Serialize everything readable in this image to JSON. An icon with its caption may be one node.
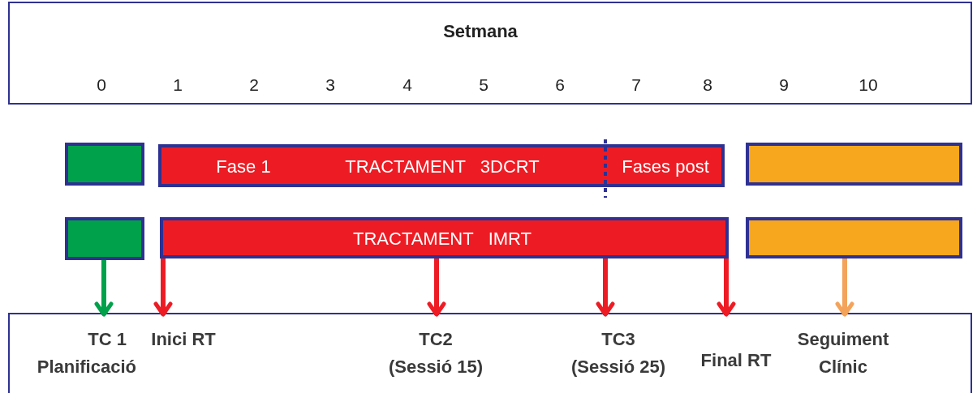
{
  "diagram": {
    "nodes": [
      {
        "text": [
          "Setmana",
          "0",
          "1",
          "2",
          "3",
          "4",
          "5",
          "6",
          "7",
          "8",
          "9",
          "10"
        ]
      },
      {
        "text": [],
        "shape": "box"
      },
      {
        "text": [
          "Fase 1",
          "TRACTAMENT   3DCRT",
          "Fases post"
        ]
      },
      {
        "text": [],
        "shape": "box"
      },
      {
        "text": [],
        "shape": "box"
      },
      {
        "text": [
          "TRACTAMENT   IMRT"
        ]
      },
      {
        "text": [],
        "shape": "box"
      },
      {
        "text": [],
        "shape": "box"
      },
      {
        "text": [
          "TC 1",
          "Planificació"
        ],
        "in": 7
      },
      {
        "text": [
          "Inici RT"
        ],
        "in": 7
      },
      {
        "text": [
          "TC2 (Sessió 15)"
        ],
        "in": 7
      },
      {
        "text": [
          "TC3 (Sessió 25)"
        ],
        "in": 7
      },
      {
        "text": [
          "Final RT"
        ],
        "in": 7
      },
      {
        "text": [
          "Seguiment Clínic"
        ],
        "in": 7
      }
    ],
    "edges": [
      {
        "from": 4,
        "to": 8,
        "arrow": "to",
        "color": "#00a14b"
      },
      {
        "from": 5,
        "to": 9,
        "arrow": "to"
      },
      {
        "from": 5,
        "to": 10,
        "arrow": "to"
      },
      {
        "from": 5,
        "to": 11,
        "arrow": "to"
      },
      {
        "from": 5,
        "to": 12,
        "arrow": "to"
      },
      {
        "from": 6,
        "to": 13,
        "arrow": "to",
        "color": "#f3a35a"
      }
    ]
  }
}
